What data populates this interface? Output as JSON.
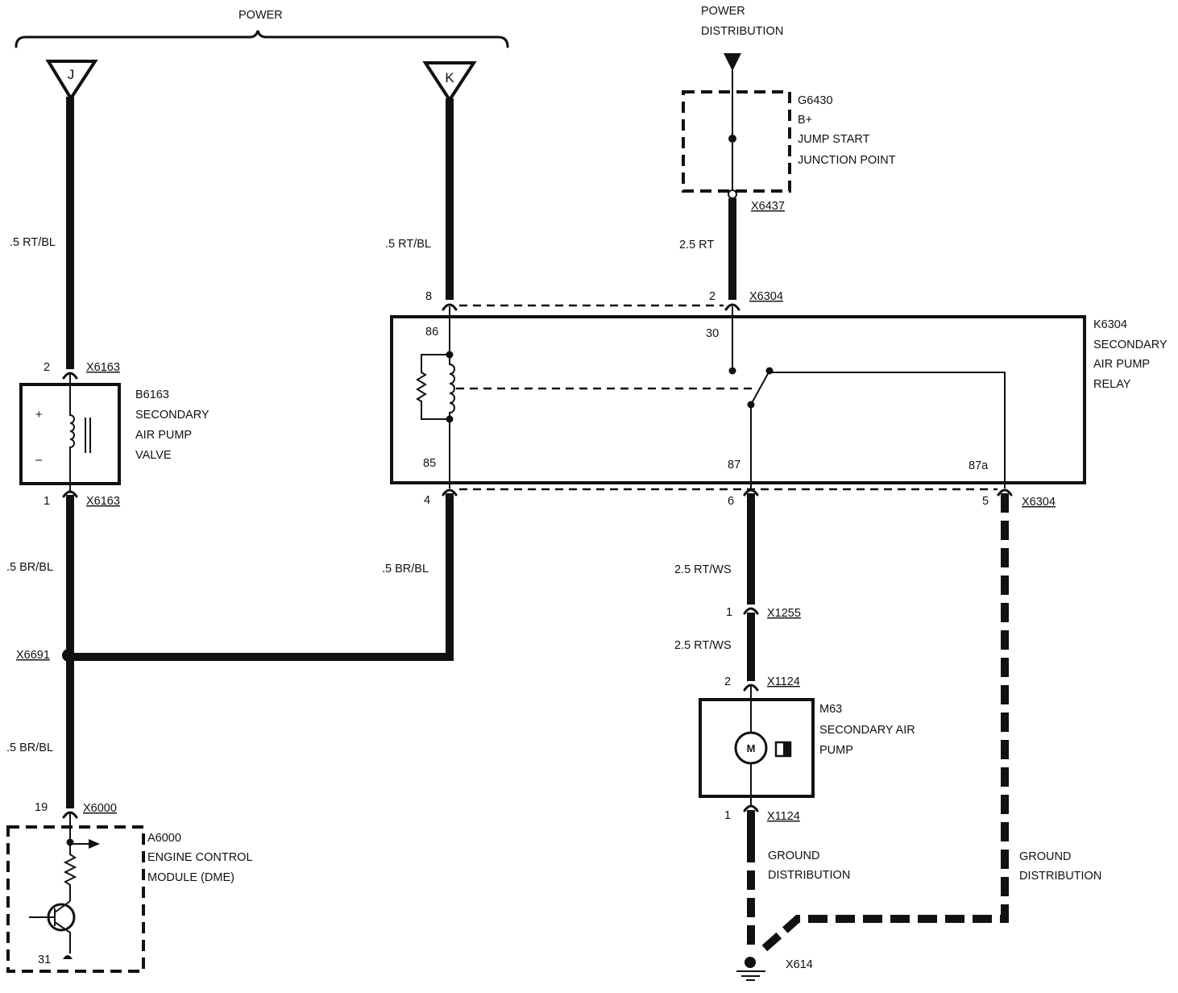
{
  "power_bus": {
    "label": "POWER",
    "terminal_j": "J",
    "terminal_k": "K"
  },
  "power_distribution": {
    "line1": "POWER",
    "line2": "DISTRIBUTION"
  },
  "jump_start_point": {
    "id": "G6430",
    "line1": "B+",
    "line2": "JUMP START",
    "line3": "JUNCTION POINT",
    "connector": "X6437"
  },
  "wires": {
    "terminal_j_to_valve": ".5 RT/BL",
    "terminal_k_to_relay": ".5 RT/BL",
    "jump_start_to_relay": "2.5 RT",
    "valve_to_splice": ".5 BR/BL",
    "relay_to_splice": ".5 BR/BL",
    "splice_to_ecm": ".5 BR/BL",
    "relay_to_x1255": "2.5 RT/WS",
    "x1255_to_pump": "2.5 RT/WS"
  },
  "relay": {
    "id": "K6304",
    "line1": "SECONDARY",
    "line2": "AIR PUMP",
    "line3": "RELAY",
    "connector": "X6304",
    "pin_top_k": "8",
    "pin_top_power": "2",
    "pin_bottom_splice": "4",
    "pin_bottom_pump": "6",
    "pin_bottom_ground": "5",
    "terminal_86": "86",
    "terminal_85": "85",
    "terminal_30": "30",
    "terminal_87": "87",
    "terminal_87a": "87a"
  },
  "valve": {
    "id": "B6163",
    "line1": "SECONDARY",
    "line2": "AIR PUMP",
    "line3": "VALVE",
    "connector": "X6163",
    "pin_top": "2",
    "pin_bottom": "1",
    "plus": "+",
    "minus": "–"
  },
  "splice": {
    "id": "X6691"
  },
  "ecm": {
    "id": "A6000",
    "line1": "ENGINE CONTROL",
    "line2": "MODULE (DME)",
    "connector": "X6000",
    "pin": "19",
    "ground_pin": "31"
  },
  "connector_x1255": {
    "id": "X1255",
    "pin": "1"
  },
  "pump": {
    "id": "M63",
    "line1": "SECONDARY AIR",
    "line2": "PUMP",
    "connector": "X1124",
    "pin_top": "2",
    "pin_bottom": "1",
    "motor_symbol": "M"
  },
  "ground_pump": {
    "line1": "GROUND",
    "line2": "DISTRIBUTION"
  },
  "ground_relay": {
    "line1": "GROUND",
    "line2": "DISTRIBUTION"
  },
  "ground_point": {
    "id": "X614"
  }
}
